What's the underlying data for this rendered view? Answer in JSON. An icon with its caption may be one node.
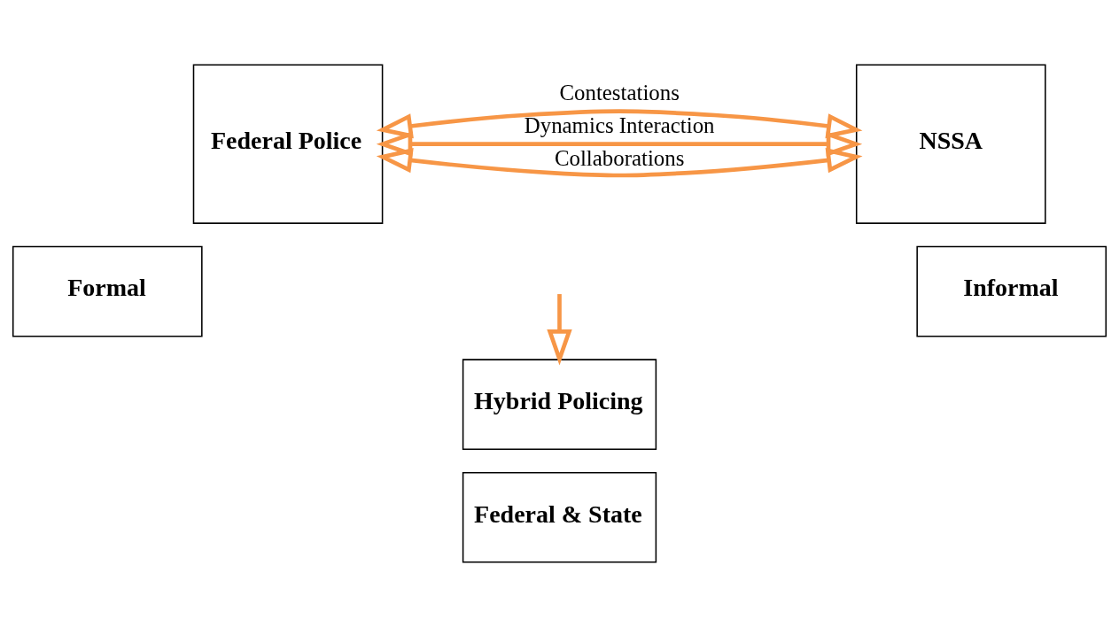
{
  "diagram": {
    "nodes": [
      {
        "text": [
          "Federal Police"
        ]
      },
      {
        "text": [
          "Formal"
        ]
      },
      {
        "text": [
          "NSSA"
        ]
      },
      {
        "text": [
          "Informal"
        ]
      },
      {
        "text": [
          "Hybrid Policing"
        ]
      },
      {
        "text": [
          "Federal & State"
        ]
      }
    ],
    "edges": [
      {
        "from": 0,
        "to": 2,
        "arrow": "both",
        "label": "Dynamics Interaction",
        "color": "#f79646"
      },
      {
        "from": 0,
        "to": 2,
        "arrow": "both",
        "label": "Collaborations",
        "color": "#f79646"
      },
      {
        "from": 0,
        "to": 2,
        "arrow": "both",
        "label": "Contestations",
        "color": "#f79646"
      },
      {
        "from": null,
        "to": 4,
        "arrow": "to",
        "color": "#f79646"
      }
    ]
  }
}
